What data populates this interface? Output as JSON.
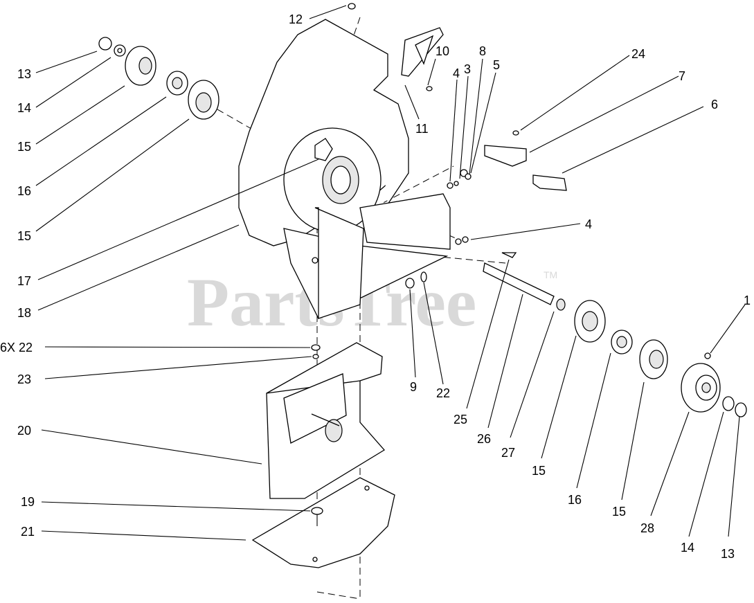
{
  "watermark": {
    "text": "PartsTree",
    "trademark": "TM"
  },
  "callouts": [
    {
      "id": "c12",
      "label": "12"
    },
    {
      "id": "c10",
      "label": "10"
    },
    {
      "id": "c8",
      "label": "8"
    },
    {
      "id": "c4a",
      "label": "4"
    },
    {
      "id": "c3",
      "label": "3"
    },
    {
      "id": "c5",
      "label": "5"
    },
    {
      "id": "c24",
      "label": "24"
    },
    {
      "id": "c7",
      "label": "7"
    },
    {
      "id": "c6",
      "label": "6"
    },
    {
      "id": "c11",
      "label": "11"
    },
    {
      "id": "c13a",
      "label": "13"
    },
    {
      "id": "c14a",
      "label": "14"
    },
    {
      "id": "c15a",
      "label": "15"
    },
    {
      "id": "c16a",
      "label": "16"
    },
    {
      "id": "c15b",
      "label": "15"
    },
    {
      "id": "c17",
      "label": "17"
    },
    {
      "id": "c18",
      "label": "18"
    },
    {
      "id": "c4b",
      "label": "4"
    },
    {
      "id": "c1",
      "label": "1"
    },
    {
      "id": "c6x22",
      "label": "6X 22"
    },
    {
      "id": "c23",
      "label": "23"
    },
    {
      "id": "c9",
      "label": "9"
    },
    {
      "id": "c22",
      "label": "22"
    },
    {
      "id": "c25",
      "label": "25"
    },
    {
      "id": "c26",
      "label": "26"
    },
    {
      "id": "c27",
      "label": "27"
    },
    {
      "id": "c15c",
      "label": "15"
    },
    {
      "id": "c16b",
      "label": "16"
    },
    {
      "id": "c15d",
      "label": "15"
    },
    {
      "id": "c28",
      "label": "28"
    },
    {
      "id": "c14b",
      "label": "14"
    },
    {
      "id": "c13b",
      "label": "13"
    },
    {
      "id": "c20",
      "label": "20"
    },
    {
      "id": "c19",
      "label": "19"
    },
    {
      "id": "c21",
      "label": "21"
    }
  ]
}
